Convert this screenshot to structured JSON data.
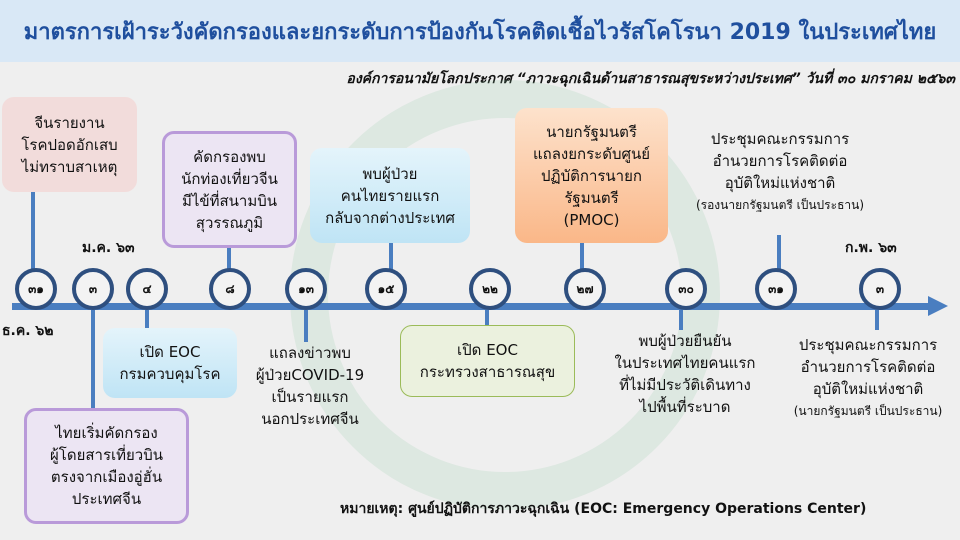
{
  "title": "มาตรการเฝ้าระวังคัดกรองและยกระดับการป้องกันโรคติดเชื้อไวรัสโคโรนา 2019 ในประเทศไทย",
  "subtitle": "องค์การอนามัยโลกประกาศ “ภาวะฉุกเฉินด้านสาธารณสุขระหว่างประเทศ” วันที่ ๓๐ มกราคม ๒๕๖๓",
  "months": {
    "dec": "ธ.ค. ๖๒",
    "jan": "ม.ค. ๖๓",
    "feb": "ก.พ. ๖๓"
  },
  "dates": [
    "๓๑",
    "๓",
    "๔",
    "๘",
    "๑๓",
    "๑๕",
    "๒๒",
    "๒๗",
    "๓๐",
    "๓๑",
    "๓"
  ],
  "events": {
    "e1": [
      "จีนรายงาน",
      "โรคปอดอักเสบ",
      "ไม่ทราบสาเหตุ"
    ],
    "e2": [
      "ไทยเริ่มคัดกรอง",
      "ผู้โดยสารเที่ยวบิน",
      "ตรงจากเมืองอู่ฮั่น",
      "ประเทศจีน"
    ],
    "e3": [
      "เปิด EOC",
      "กรมควบคุมโรค"
    ],
    "e4": [
      "คัดกรองพบ",
      "นักท่องเที่ยวจีน",
      "มีไข้ที่สนามบิน",
      "สุวรรณภูมิ"
    ],
    "e5": [
      "แถลงข่าวพบ",
      "ผู้ป่วยCOVID-19",
      "เป็นรายแรก",
      "นอกประเทศจีน"
    ],
    "e6": [
      "พบผู้ป่วย",
      "คนไทยรายแรก",
      "กลับจากต่างประเทศ"
    ],
    "e7": [
      "เปิด EOC",
      "กระทรวงสาธารณสุข"
    ],
    "e8": [
      "นายกรัฐมนตรี",
      "แถลงยกระดับศูนย์",
      "ปฏิบัติการนายกรัฐมนตรี",
      "(PMOC)"
    ],
    "e9": [
      "พบผู้ป่วยยืนยัน",
      "ในประเทศไทยคนแรก",
      "ที่ไม่มีประวัติเดินทาง",
      "ไปพื้นที่ระบาด"
    ],
    "e10": [
      "ประชุมคณะกรรมการ",
      "อำนวยการโรคติดต่อ",
      "อุบัติใหม่แห่งชาติ",
      "(รองนายกรัฐมนตรี เป็นประธาน)"
    ],
    "e11": [
      "ประชุมคณะกรรมการ",
      "อำนวยการโรคติดต่อ",
      "อุบัติใหม่แห่งชาติ",
      "(นายกรัฐมนตรี เป็นประธาน)"
    ]
  },
  "note": "หมายเหตุ:  ศูนย์ปฏิบัติการภาวะฉุกเฉิน (EOC: Emergency Operations Center)",
  "colors": {
    "title": "#1f4f9e",
    "axis": "#4a7ec0",
    "node": "#2e4f7f"
  }
}
